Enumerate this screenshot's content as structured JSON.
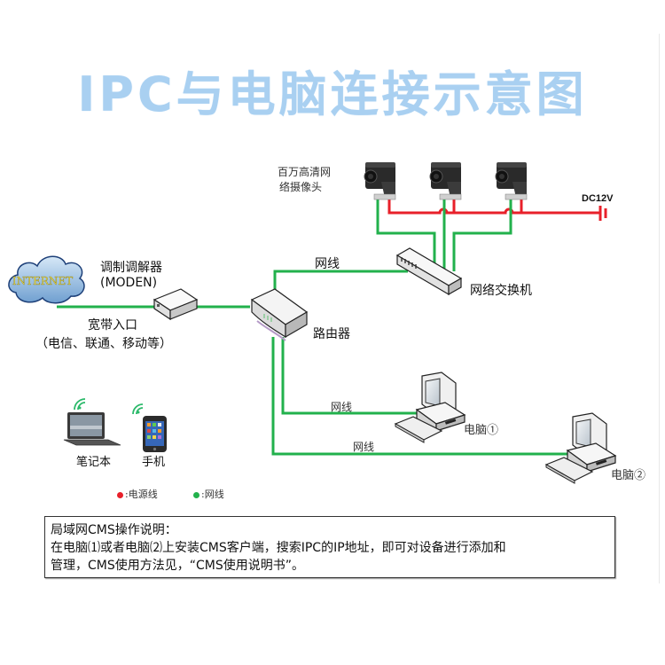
{
  "title": "IPC与电脑连接示意图",
  "colors": {
    "title": "#a9d0f1",
    "network_line": "#22b14c",
    "power_line": "#e8202a"
  },
  "cameras": {
    "label_line1": "百万高清网",
    "label_line2": "络摄像头",
    "count": 3,
    "power_label": "DC12V",
    "icon": "ip-camera-icon"
  },
  "internet": {
    "label": "INTERNET",
    "icon": "cloud-icon"
  },
  "modem": {
    "label_line1": "调制调解器",
    "label_line2": "(MODEN)",
    "icon": "modem-icon"
  },
  "broadband": {
    "label_line1": "宽带入口",
    "label_line2": "（电信、联通、移动等）"
  },
  "router": {
    "label": "路由器",
    "icon": "router-icon"
  },
  "switch": {
    "label": "网络交换机",
    "icon": "switch-icon"
  },
  "links": {
    "router_switch": "网线",
    "router_pc1": "网线",
    "router_pc2": "网线"
  },
  "computers": [
    {
      "label": "电脑①",
      "icon": "desktop-computer-icon"
    },
    {
      "label": "电脑②",
      "icon": "desktop-computer-icon"
    }
  ],
  "wireless_devices": [
    {
      "label": "笔记本",
      "icon": "laptop-icon"
    },
    {
      "label": "手机",
      "icon": "smartphone-icon"
    }
  ],
  "legend": [
    {
      "color": "#e8202a",
      "label": ":电源线"
    },
    {
      "color": "#22b14c",
      "label": ":网线"
    }
  ],
  "note": {
    "heading": "局域网CMS操作说明：",
    "line1": "在电脑⑴或者电脑⑵上安装CMS客户端，搜索IPC的IP地址，即可对设备进行添加和",
    "line2": "管理，CMS使用方法见，“CMS使用说明书”。"
  }
}
